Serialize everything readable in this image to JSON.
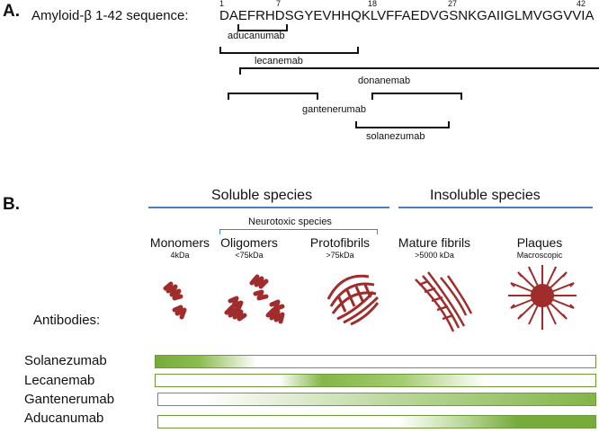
{
  "panel_a": {
    "letter": "A.",
    "sequence_label": "Amyloid-β 1-42 sequence:",
    "sequence": "DAEFRHDSGYEVHHQKLVFFAEDVGSNKGAIIGLMVGGVVIA",
    "positions": [
      "1",
      "7",
      "18",
      "27",
      "42"
    ],
    "antibodies": [
      "aducanumab",
      "lecanemab",
      "donanemab",
      "gantenerumab",
      "solanezumab"
    ]
  },
  "panel_b": {
    "letter": "B.",
    "soluble": "Soluble species",
    "insoluble": "Insoluble species",
    "neurotoxic": "Neurotoxic species",
    "species": [
      {
        "name": "Monomers",
        "size": "4kDa"
      },
      {
        "name": "Oligomers",
        "size": "<75kDa"
      },
      {
        "name": "Protofibrils",
        "size": ">75kDa"
      },
      {
        "name": "Mature fibrils",
        "size": ">5000 kDa"
      },
      {
        "name": "Plaques",
        "size": "Macroscopic"
      }
    ],
    "antibodies_label": "Antibodies:",
    "bars": [
      {
        "name": "Solanezumab",
        "gradient": "left"
      },
      {
        "name": "Lecanemab",
        "gradient": "middle"
      },
      {
        "name": "Gantenerumab",
        "gradient": "right"
      },
      {
        "name": "Aducanumab",
        "gradient": "far-right"
      }
    ],
    "colors": {
      "green": "#76ac3c",
      "species": "#a02c2c",
      "blue": "#4a7fc1"
    }
  }
}
